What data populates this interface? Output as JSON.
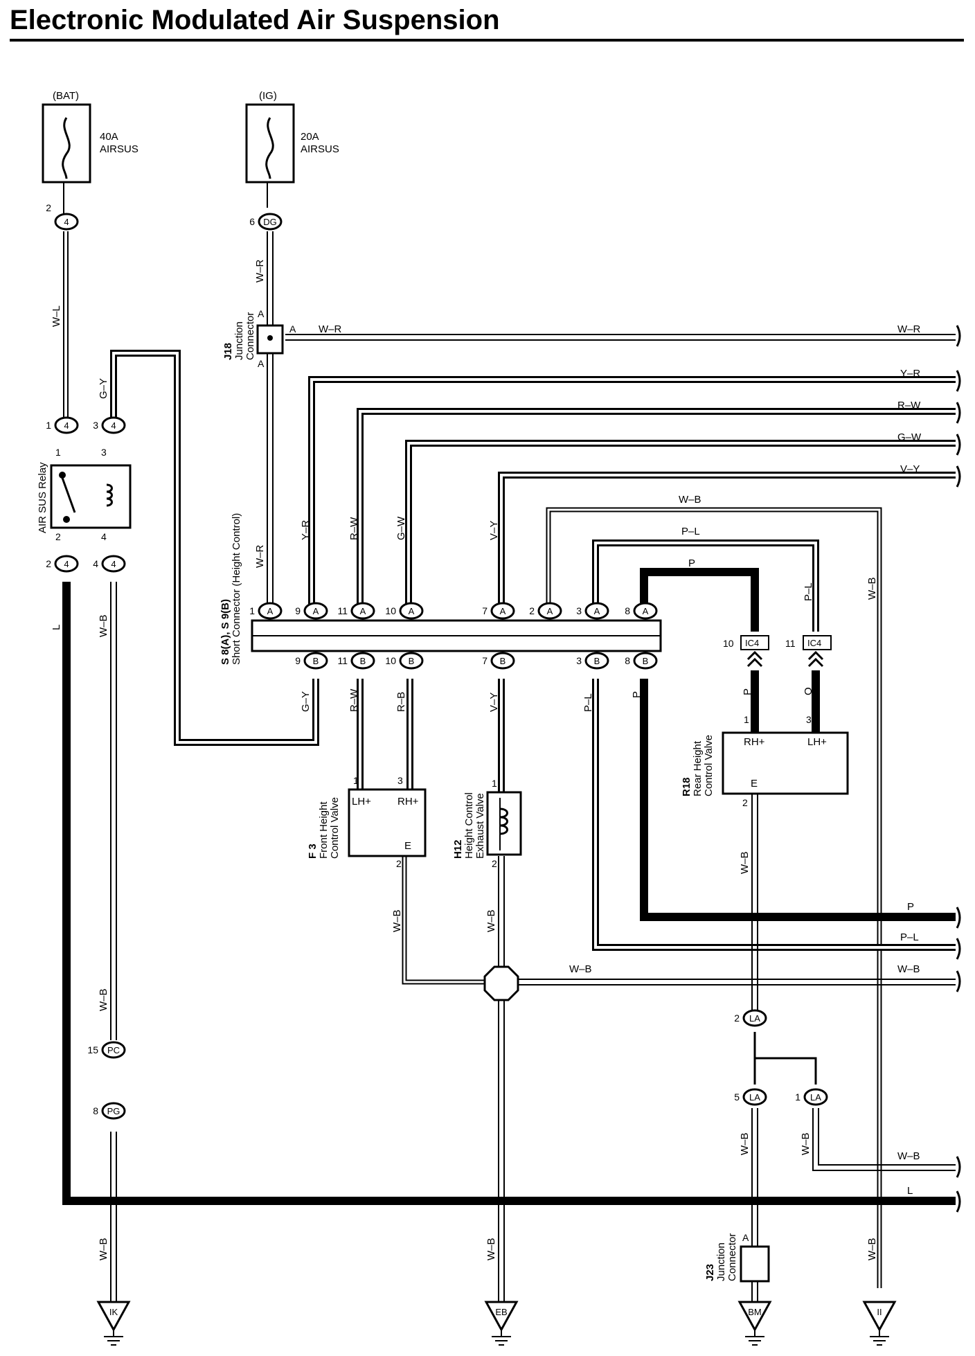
{
  "title": "Electronic Modulated Air Suspension",
  "fuses": {
    "bat": {
      "source": "(BAT)",
      "rating": "40A",
      "name": "AIRSUS"
    },
    "ig": {
      "source": "(IG)",
      "rating": "20A",
      "name": "AIRSUS"
    }
  },
  "relay": {
    "name": "AIR SUS Relay",
    "pins": [
      "1",
      "2",
      "3",
      "4"
    ]
  },
  "junction_j18": {
    "id": "J18",
    "name": "Junction",
    "name2": "Connector",
    "pin": "A"
  },
  "junction_j23": {
    "id": "J23",
    "name": "Junction",
    "name2": "Connector",
    "pin": "A"
  },
  "short_connector": {
    "id": "S 8(A), S 9(B)",
    "name": "Short Connector (Height Control)"
  },
  "front_valve": {
    "id": "F 3",
    "name": "Front Height",
    "name2": "Control Valve",
    "lh": "LH+",
    "rh": "RH+",
    "e": "E"
  },
  "exhaust_valve": {
    "id": "H12",
    "name": "Height Control",
    "name2": "Exhaust Valve"
  },
  "rear_valve": {
    "id": "R18",
    "name": "Rear Height",
    "name2": "Control Valve",
    "rh": "RH+",
    "lh": "LH+",
    "e": "E"
  },
  "connector_codes": {
    "c4": "4",
    "dg": "DG",
    "a": "A",
    "b": "B",
    "ic4": "IC4",
    "la": "LA",
    "pc": "PC",
    "pg": "PG"
  },
  "pin_numbers": {
    "p1": "1",
    "p2": "2",
    "p3": "3",
    "p4": "4",
    "p5": "5",
    "p6": "6",
    "p7": "7",
    "p8": "8",
    "p9": "9",
    "p10": "10",
    "p11": "11",
    "p15": "15"
  },
  "wire_colors": {
    "wl": "W–L",
    "gy": "G–Y",
    "wr": "W–R",
    "yr": "Y–R",
    "rw": "R–W",
    "gw": "G–W",
    "vy": "V–Y",
    "wb": "W–B",
    "pl": "P–L",
    "p": "P",
    "rb": "R–B",
    "l": "L",
    "o": "O"
  },
  "grounds": [
    "IK",
    "EB",
    "BM",
    "II"
  ]
}
